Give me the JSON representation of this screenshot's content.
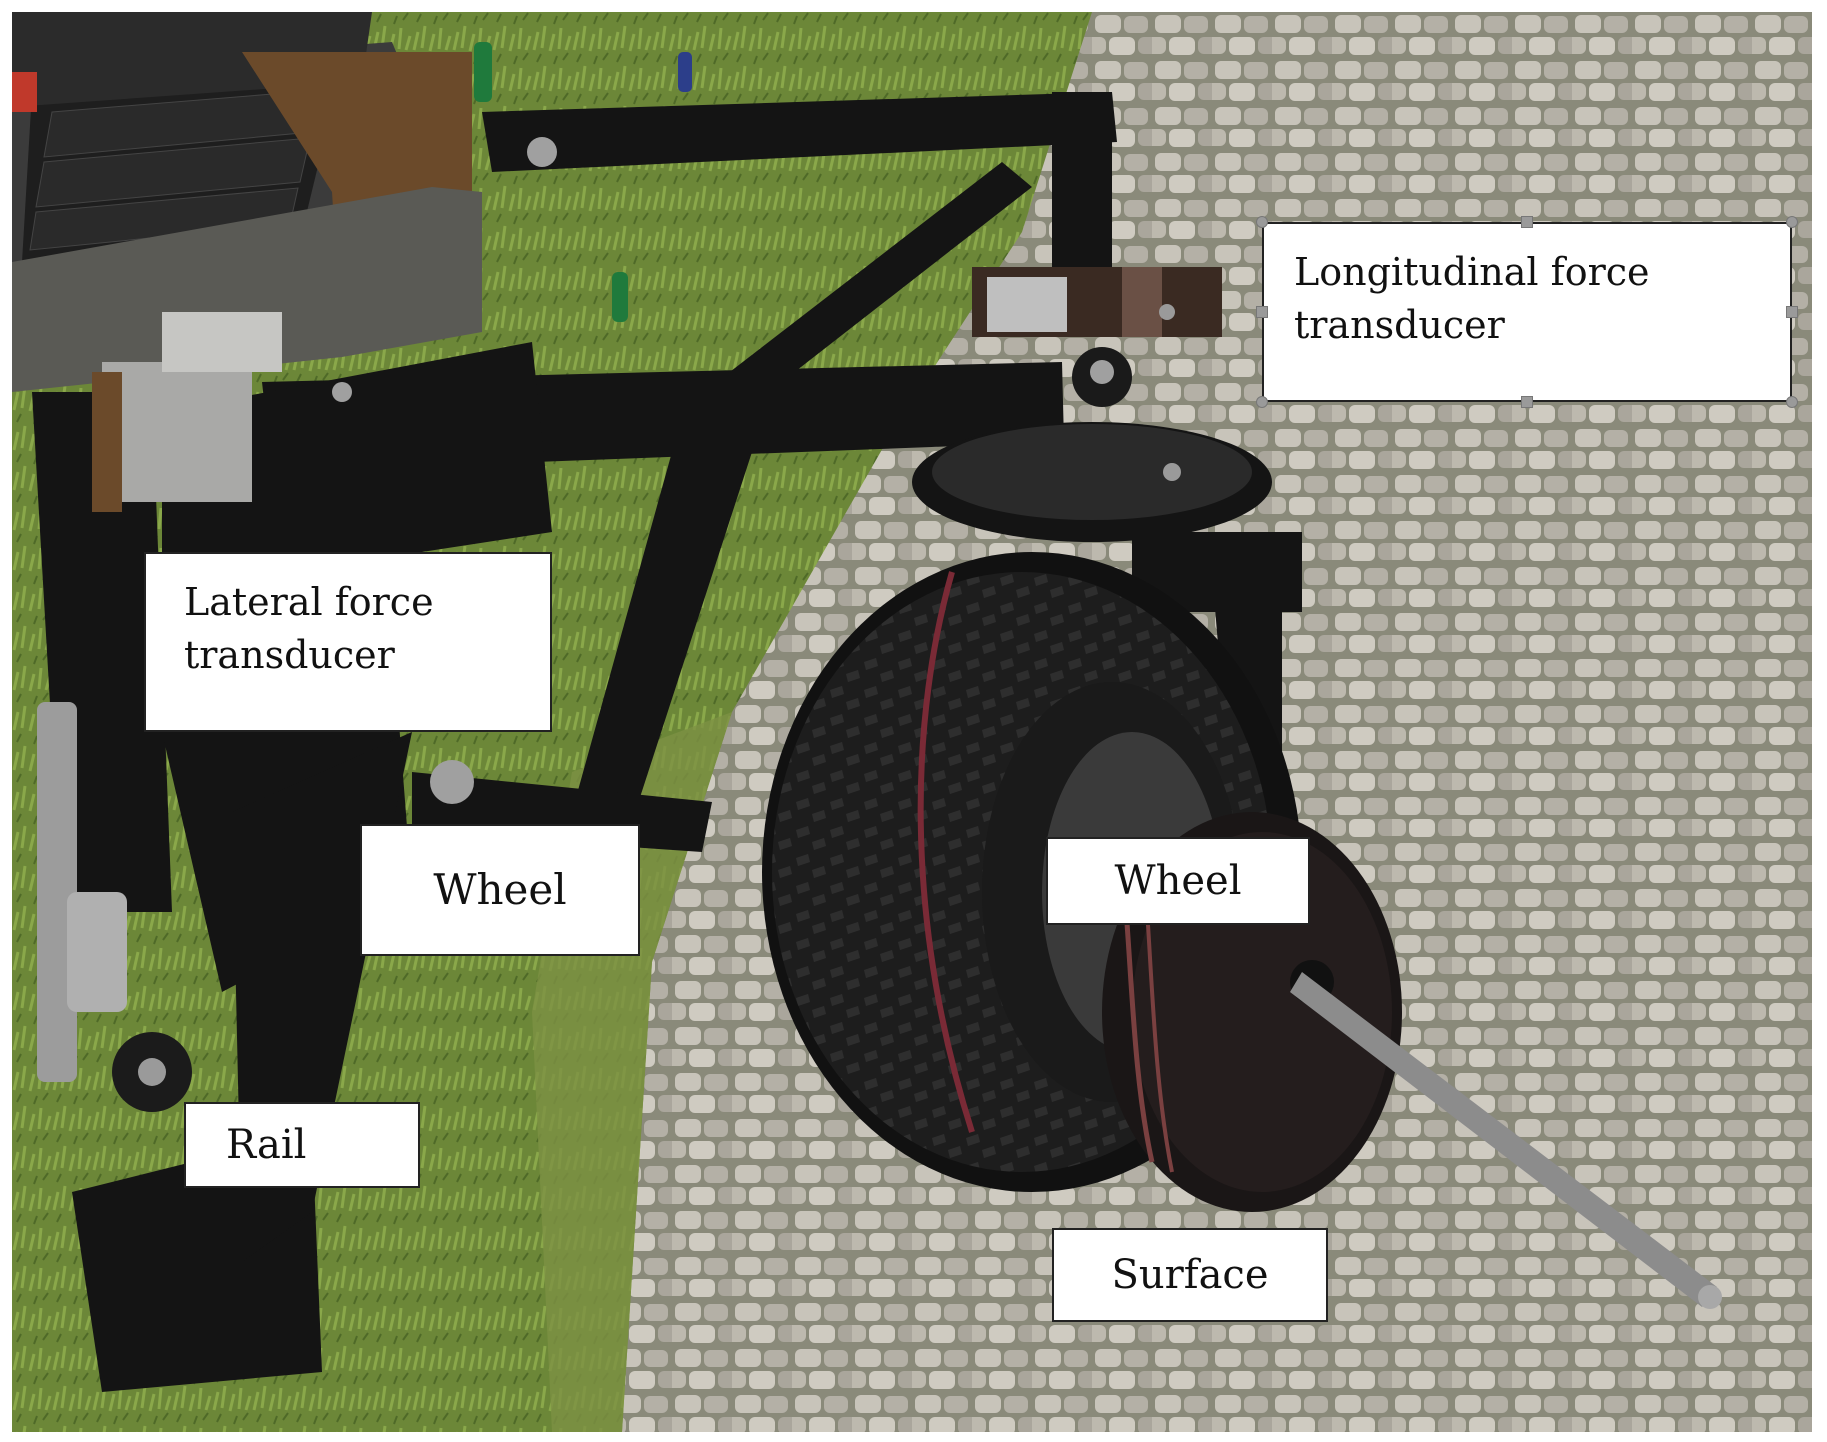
{
  "labels": {
    "longitudinal": "Longitudinal force\ntransducer",
    "lateral": "Lateral force\ntransducer",
    "wheel_left": "Wheel",
    "wheel_right": "Wheel",
    "rail": "Rail",
    "surface": "Surface"
  },
  "colors": {
    "grass": "#6f8a3c",
    "cobblestone": "#b9b6ad",
    "frame_black": "#151515",
    "tire": "#1b1b1b"
  }
}
